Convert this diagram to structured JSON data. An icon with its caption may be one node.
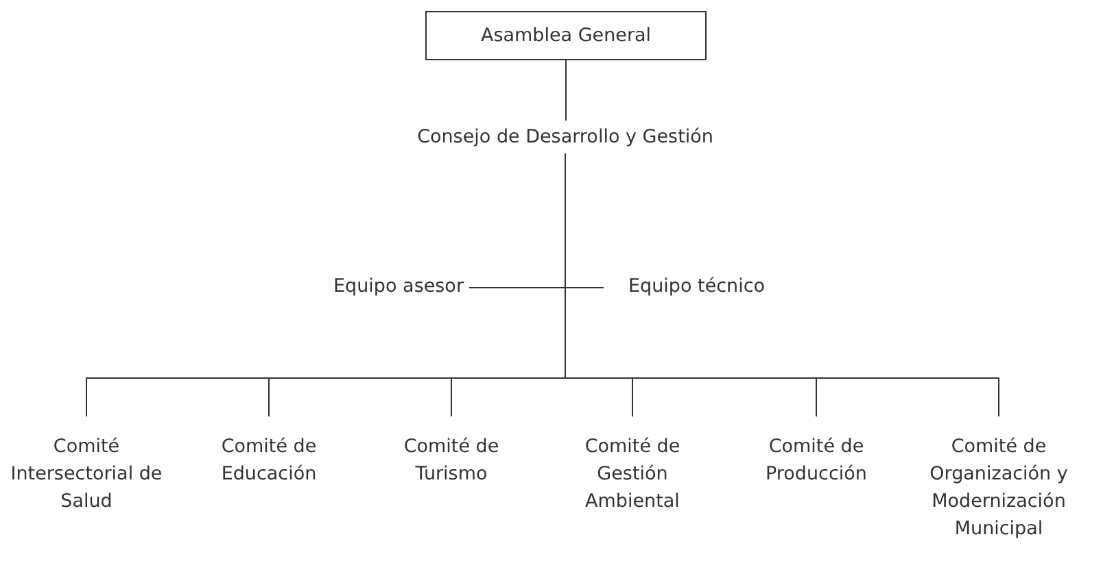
{
  "diagram": {
    "nodes": [
      {
        "text": [
          "Asamblea General"
        ]
      },
      {
        "text": [
          "Consejo de Desarrollo y Gestión"
        ]
      },
      {
        "text": [
          "Equipo asesor"
        ]
      },
      {
        "text": [
          "Equipo técnico"
        ]
      },
      {
        "text": [
          "Comité Intersectorial de Salud"
        ]
      },
      {
        "text": [
          "Comité de Educación"
        ]
      },
      {
        "text": [
          "Comité de Turismo"
        ]
      },
      {
        "text": [
          "Comité de Gestión Ambiental"
        ]
      },
      {
        "text": [
          "Comité de Producción"
        ]
      },
      {
        "text": [
          "Comité de Organización y Modernización Municipal"
        ]
      }
    ],
    "edges": [
      {
        "from": 0,
        "to": 1,
        "arrow": "none"
      },
      {
        "from": 1,
        "to": 2,
        "arrow": "none"
      },
      {
        "from": 1,
        "to": 3,
        "arrow": "none"
      },
      {
        "from": 1,
        "to": 4,
        "arrow": "none"
      },
      {
        "from": 1,
        "to": 5,
        "arrow": "none"
      },
      {
        "from": 1,
        "to": 6,
        "arrow": "none"
      },
      {
        "from": 1,
        "to": 7,
        "arrow": "none"
      },
      {
        "from": 1,
        "to": 8,
        "arrow": "none"
      },
      {
        "from": 1,
        "to": 9,
        "arrow": "none"
      }
    ]
  }
}
